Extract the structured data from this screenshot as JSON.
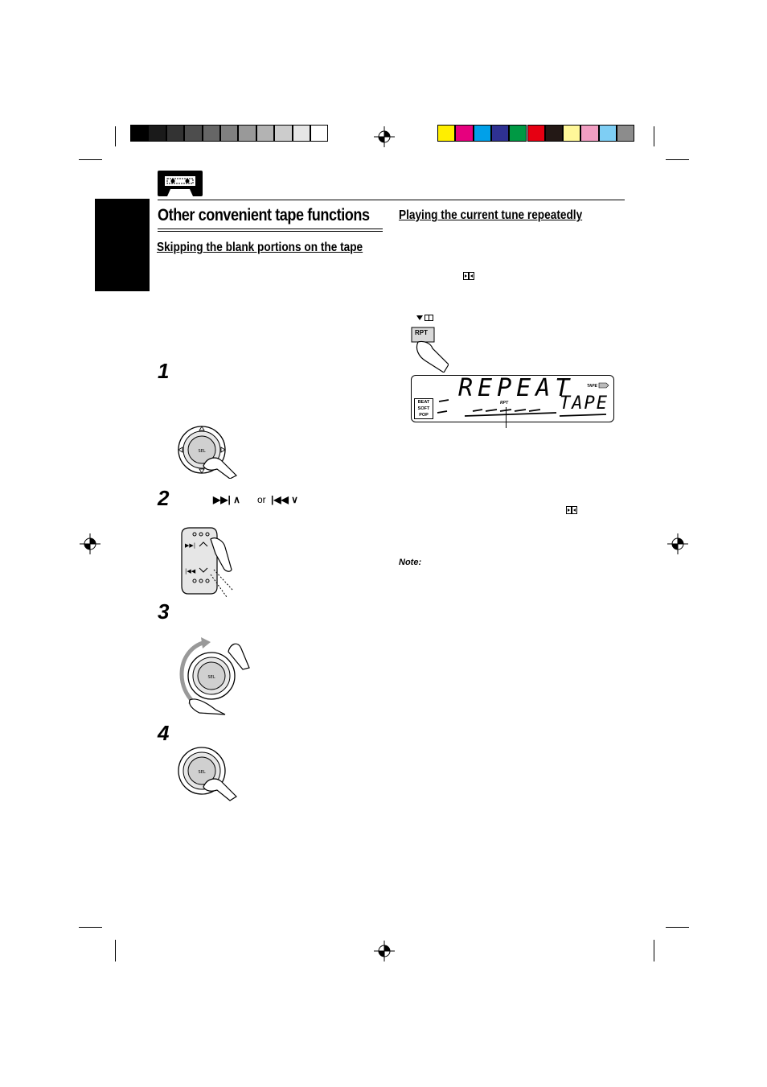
{
  "color_bar": {
    "grays": [
      "#000000",
      "#1a1a1a",
      "#333333",
      "#4d4d4d",
      "#666666",
      "#808080",
      "#999999",
      "#b3b3b3",
      "#cccccc",
      "#e6e6e6",
      "#ffffff"
    ],
    "colors": [
      "#ffee00",
      "#e6007e",
      "#00a0e9",
      "#2e3192",
      "#009944",
      "#e60012",
      "#231815",
      "#fff799",
      "#f19ec2",
      "#7ecef4",
      "#8c8c8c"
    ]
  },
  "section_icon": "cassette-icon",
  "left": {
    "title": "Other convenient tape functions",
    "subtitle": "Skipping the blank portions on the tape",
    "steps": [
      {
        "number": "1",
        "icon": "sel-button-press-icon"
      },
      {
        "number": "2",
        "icon": "skip-buttons-icon",
        "buttons": [
          "▶▶|  ∧",
          "or",
          "|◀◀  ∨"
        ]
      },
      {
        "number": "3",
        "icon": "control-dial-turn-icon"
      },
      {
        "number": "4",
        "icon": "sel-button-press-icon"
      }
    ]
  },
  "right": {
    "title": "Playing the current tune repeatedly",
    "rpt_button_label": "RPT",
    "display": {
      "main_text": "REPEAT",
      "sub_text": "TAPE",
      "indicator": "RPT",
      "tape_indicator": "TAPE",
      "sound_modes": [
        "BEAT",
        "SOFT",
        "POP"
      ]
    },
    "note_label": "Note:"
  }
}
